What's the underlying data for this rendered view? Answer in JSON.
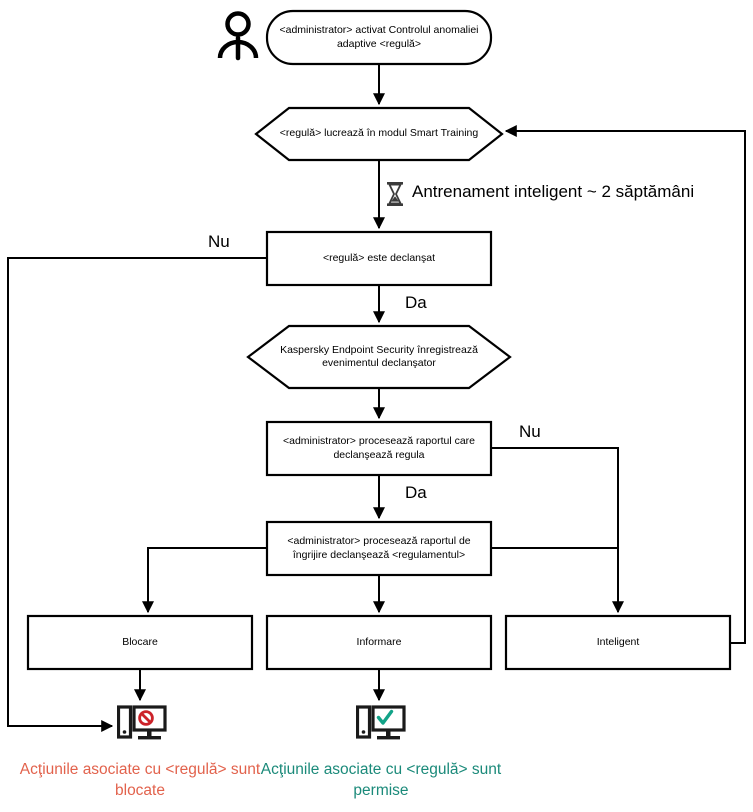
{
  "diagram": {
    "title": "Adaptive Anomaly Control rule flow",
    "language": "ro",
    "colors": {
      "stroke": "#000000",
      "blocked_text": "#e2624c",
      "allowed_text": "#1b8a7a",
      "blocked_icon": "#cc2229",
      "allowed_icon": "#12a388"
    },
    "actor": {
      "name": "administrator-actor-icon",
      "icon": "person-icon"
    },
    "nodes": [
      {
        "id": "start",
        "shape": "rounded",
        "text": "<administrator> activat Controlul anomaliei adaptive <regulă>"
      },
      {
        "id": "smart-training",
        "shape": "hexagon",
        "text": "<regulă> lucrează în modul Smart Training"
      },
      {
        "id": "rule-triggered",
        "shape": "rect",
        "text": "<regulă> este declanşat"
      },
      {
        "id": "kes-registers",
        "shape": "hexagon",
        "text": "Kaspersky Endpoint Security înregistrează evenimentul declanşator"
      },
      {
        "id": "admin-processes-report",
        "shape": "rect",
        "text": "<administrator> procesează raportul care declanşează regula"
      },
      {
        "id": "admin-processes-care-report",
        "shape": "rect",
        "text": "<administrator> procesează raportul de îngrijire declanşează <regulamentul>"
      },
      {
        "id": "block",
        "shape": "rect",
        "text": "Blocare"
      },
      {
        "id": "inform",
        "shape": "rect",
        "text": "Informare"
      },
      {
        "id": "smart",
        "shape": "rect",
        "text": "Inteligent"
      }
    ],
    "annotations": {
      "training_note": "Antrenament inteligent ~ 2 săptămâni",
      "training_icon": "hourglass-icon"
    },
    "edge_labels": {
      "no_left": "Nu",
      "yes_top": "Da",
      "no_right": "Nu",
      "yes_bottom": "Da"
    },
    "outcomes": [
      {
        "id": "blocked",
        "icon": "monitor-blocked-icon",
        "line1": "Acţiunile asociate cu <regulă> sunt",
        "line2": "blocate"
      },
      {
        "id": "allowed",
        "icon": "monitor-allowed-icon",
        "line1": "Acţiunile asociate cu <regulă> sunt",
        "line2": "permise"
      }
    ]
  }
}
